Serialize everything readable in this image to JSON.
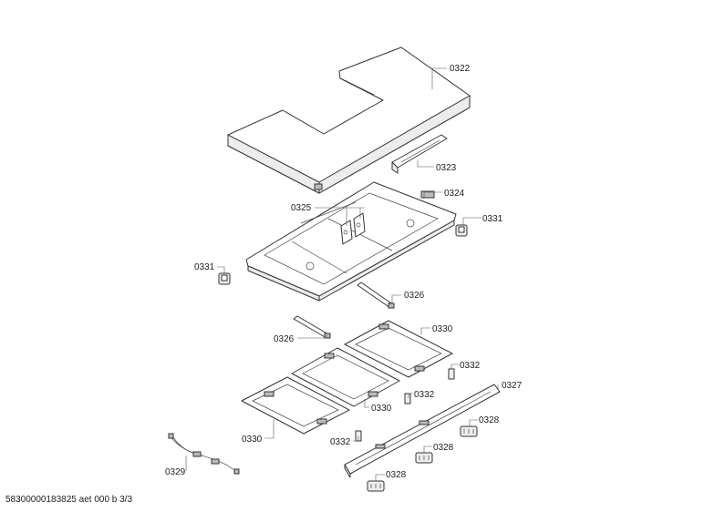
{
  "parts": {
    "p0322": "0322",
    "p0323": "0323",
    "p0324": "0324",
    "p0325": "0325",
    "p0331a": "0331",
    "p0331b": "0331",
    "p0326a": "0326",
    "p0326b": "0326",
    "p0330a": "0330",
    "p0330b": "0330",
    "p0330c": "0330",
    "p0332a": "0332",
    "p0332b": "0332",
    "p0332c": "0332",
    "p0327": "0327",
    "p0328a": "0328",
    "p0328b": "0328",
    "p0328c": "0328",
    "p0329": "0329"
  },
  "footer": "58300000183825 aet 000 b 3/3"
}
